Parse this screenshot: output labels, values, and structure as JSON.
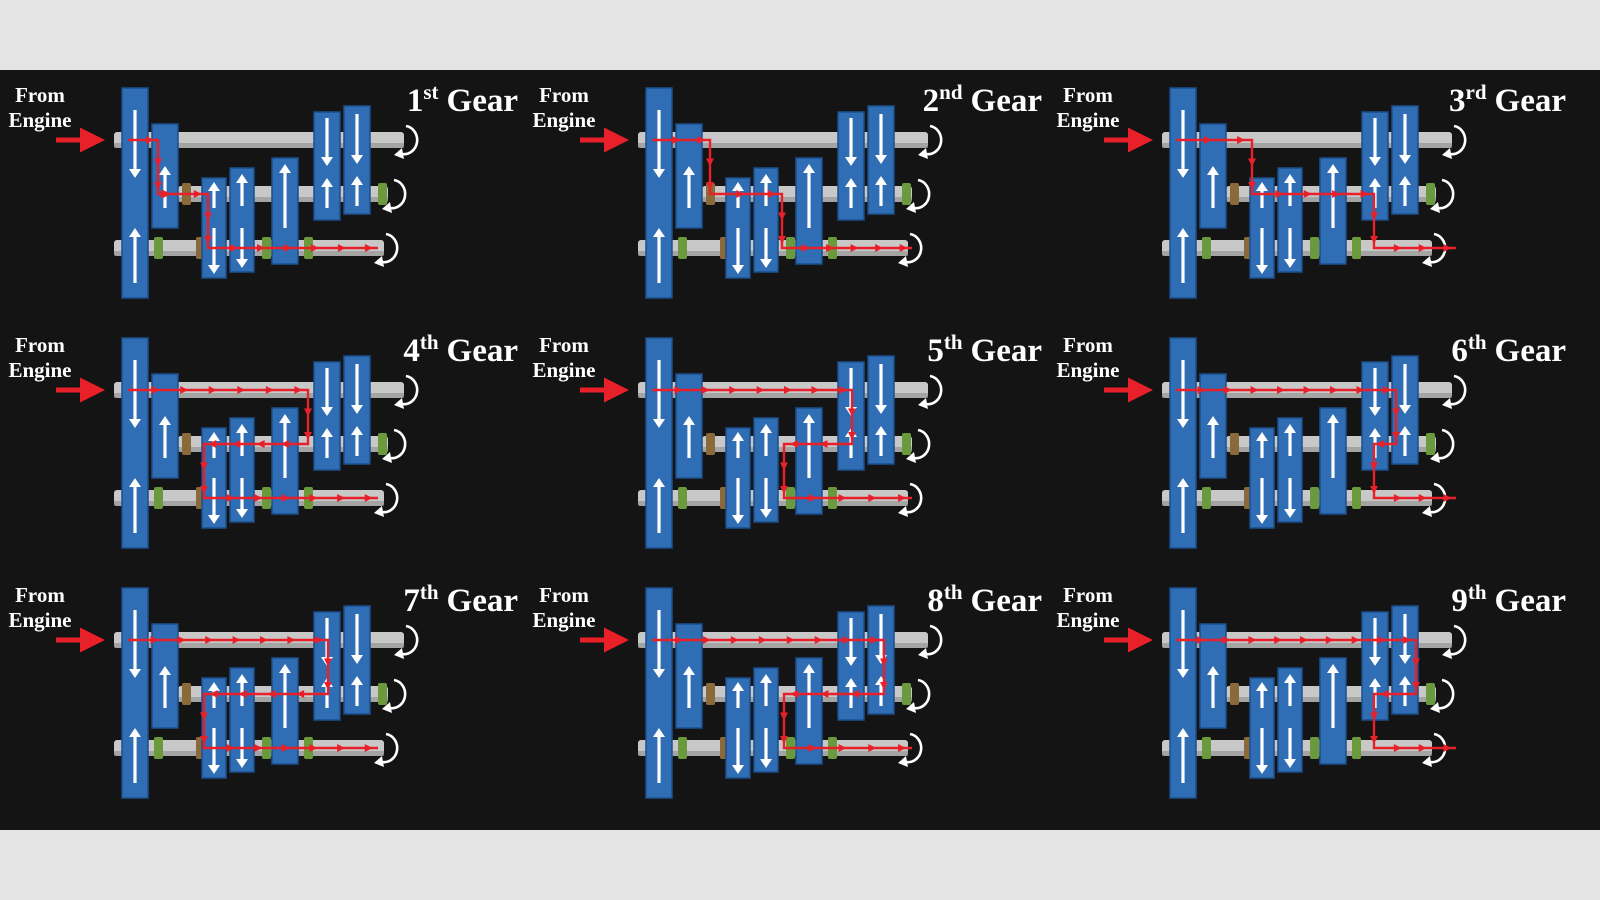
{
  "colors": {
    "background": "#141414",
    "page_margin": "#e4e4e4",
    "gear_blue": "#2f6db5",
    "gear_blue_edge": "#1d4f8c",
    "shaft": "#c8c8c8",
    "shaft_shade": "#8c8c8c",
    "power_flow": "#e8202a",
    "sync_green": "#6a9a3c",
    "sync_brown": "#8a6a3a",
    "arrow_white": "#ffffff"
  },
  "panels": [
    {
      "id": "gear-1",
      "input_label_line1": "From",
      "input_label_line2": "Engine",
      "gear_number": "1",
      "gear_suffix": "st",
      "gear_word": "Gear"
    },
    {
      "id": "gear-2",
      "input_label_line1": "From",
      "input_label_line2": "Engine",
      "gear_number": "2",
      "gear_suffix": "nd",
      "gear_word": "Gear"
    },
    {
      "id": "gear-3",
      "input_label_line1": "From",
      "input_label_line2": "Engine",
      "gear_number": "3",
      "gear_suffix": "rd",
      "gear_word": "Gear"
    },
    {
      "id": "gear-4",
      "input_label_line1": "From",
      "input_label_line2": "Engine",
      "gear_number": "4",
      "gear_suffix": "th",
      "gear_word": "Gear"
    },
    {
      "id": "gear-5",
      "input_label_line1": "From",
      "input_label_line2": "Engine",
      "gear_number": "5",
      "gear_suffix": "th",
      "gear_word": "Gear"
    },
    {
      "id": "gear-6",
      "input_label_line1": "From",
      "input_label_line2": "Engine",
      "gear_number": "6",
      "gear_suffix": "th",
      "gear_word": "Gear"
    },
    {
      "id": "gear-7",
      "input_label_line1": "From",
      "input_label_line2": "Engine",
      "gear_number": "7",
      "gear_suffix": "th",
      "gear_word": "Gear"
    },
    {
      "id": "gear-8",
      "input_label_line1": "From",
      "input_label_line2": "Engine",
      "gear_number": "8",
      "gear_suffix": "th",
      "gear_word": "Gear"
    },
    {
      "id": "gear-9",
      "input_label_line1": "From",
      "input_label_line2": "Engine",
      "gear_number": "9",
      "gear_suffix": "th",
      "gear_word": "Gear"
    }
  ]
}
